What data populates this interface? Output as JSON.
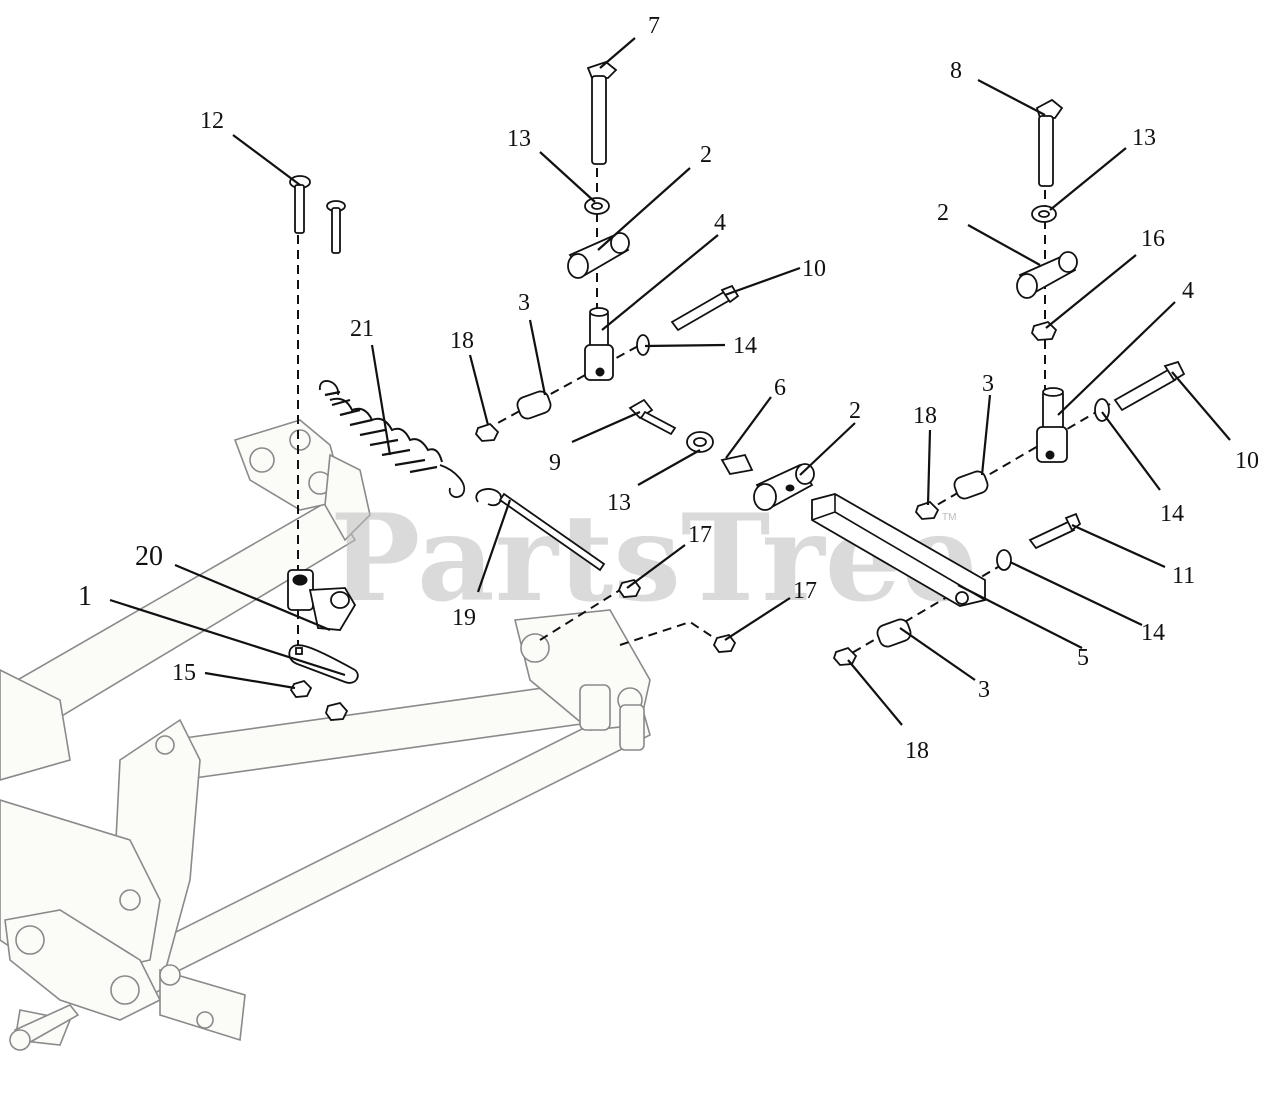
{
  "watermark": "PartsTree",
  "trademark": "TM",
  "callouts": {
    "c7": "7",
    "c8": "8",
    "c12": "12",
    "c13a": "13",
    "c13b": "13",
    "c13c": "13",
    "c2a": "2",
    "c2b": "2",
    "c2c": "2",
    "c4a": "4",
    "c4b": "4",
    "c10a": "10",
    "c10b": "10",
    "c16": "16",
    "c21": "21",
    "c18a": "18",
    "c18b": "18",
    "c18c": "18",
    "c3a": "3",
    "c3b": "3",
    "c3c": "3",
    "c14a": "14",
    "c14b": "14",
    "c14c": "14",
    "c6": "6",
    "c9": "9",
    "c20": "20",
    "c1": "1",
    "c15": "15",
    "c19": "19",
    "c17a": "17",
    "c17b": "17",
    "c11": "11",
    "c5": "5"
  }
}
